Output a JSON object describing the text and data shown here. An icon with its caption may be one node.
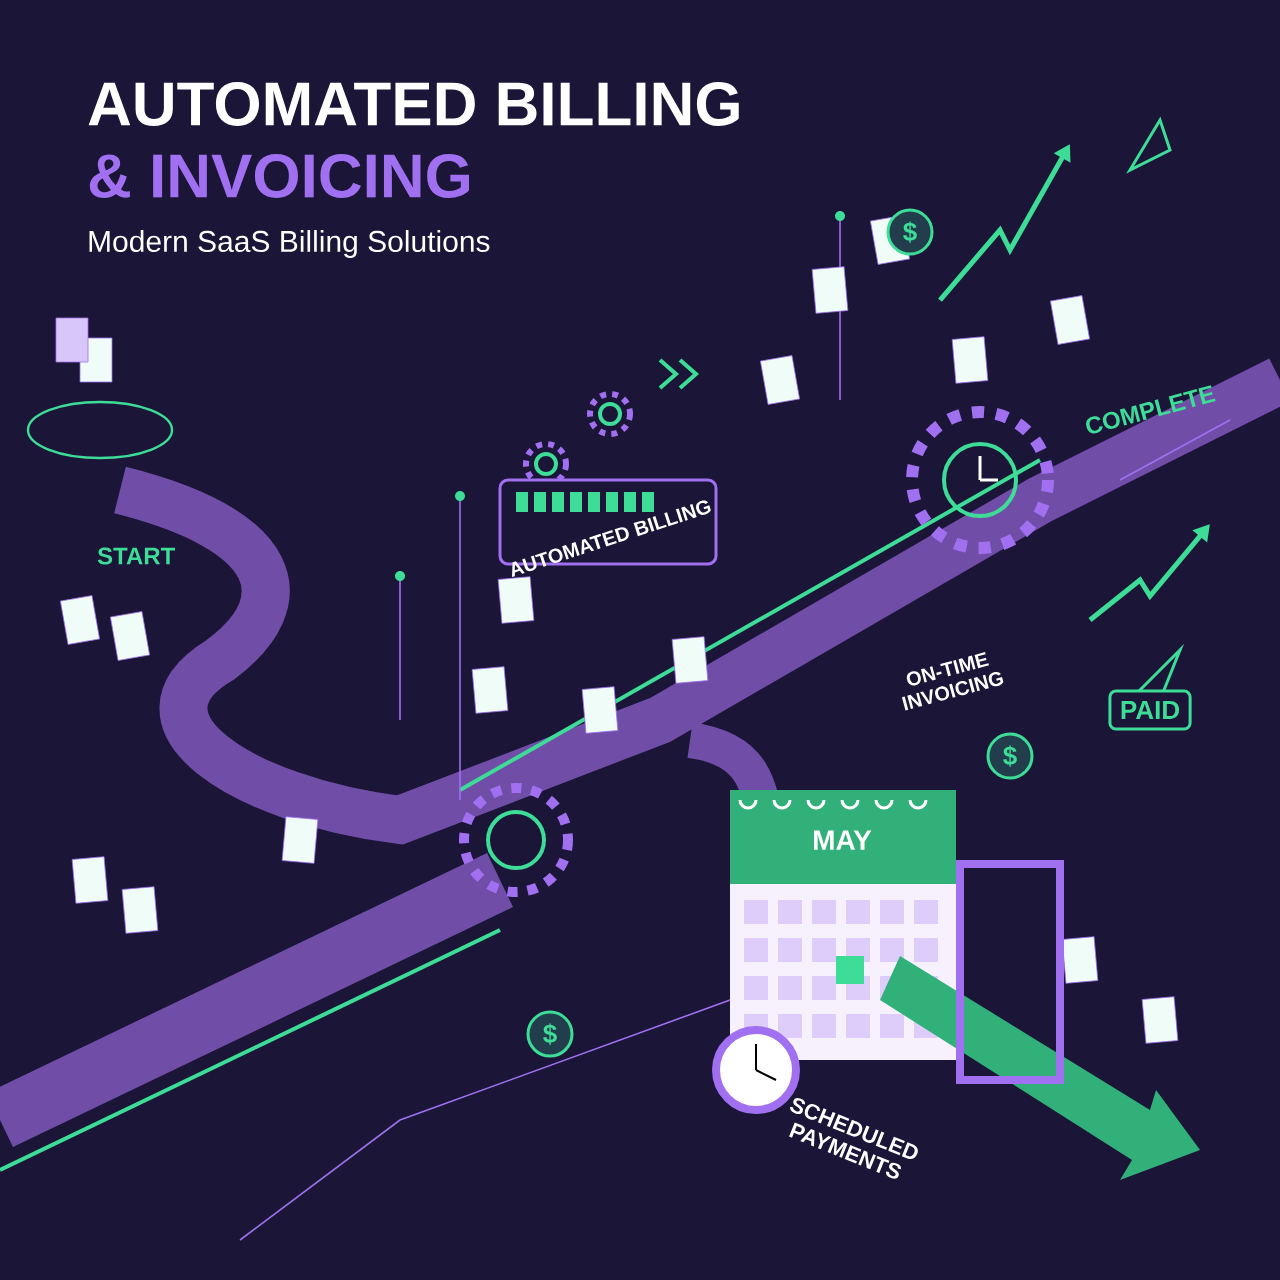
{
  "diagram": {
    "title": "AUTOMATED BILLING",
    "nodes": [
      {
        "text": [
          "PAID"
        ]
      }
    ],
    "labels": [
      "& INVOICING",
      "Modern SaaS Billing Solutions",
      "$",
      "START",
      "AUTOMATED BILLING",
      "COMPLETE",
      "ON-TIME INVOICING",
      "$",
      "MAY",
      "$",
      "SCHEDULED PAYMENTS"
    ]
  }
}
